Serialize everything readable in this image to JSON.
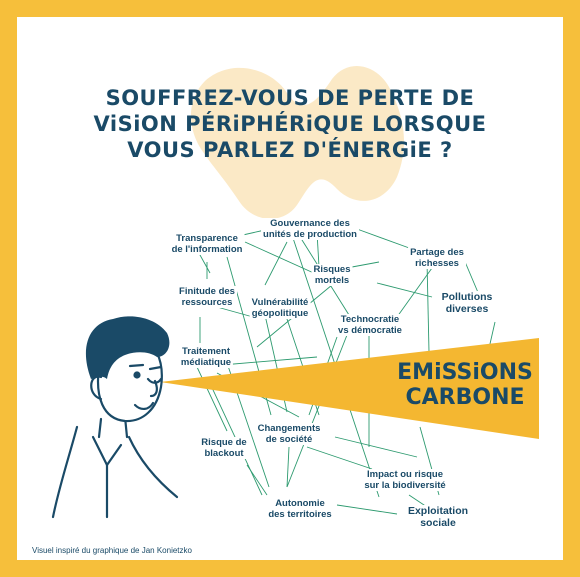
{
  "headline": {
    "line1": "SOUFFREZ-VOUS DE PERTE DE",
    "line2": "ViSiON PÉRiPHÉRiQUE LORSQUE",
    "line3": "VOUS PARLEZ D'ÉNERGiE ?"
  },
  "beam": {
    "line1": "EMiSSiONS",
    "line2": "CARBONE"
  },
  "nodes": {
    "transparence": [
      "Transparence",
      "de l'information"
    ],
    "gouvernance": [
      "Gouvernance des",
      "unités de production"
    ],
    "partage": [
      "Partage des",
      "richesses"
    ],
    "risques_mortels": [
      "Risques",
      "mortels"
    ],
    "finitude": [
      "Finitude des",
      "ressources"
    ],
    "vulnerabilite": [
      "Vulnérabilité",
      "géopolitique"
    ],
    "pollutions": [
      "Pollutions",
      "diverses"
    ],
    "technocratie": [
      "Technocratie",
      "vs démocratie"
    ],
    "traitement": [
      "Traitement",
      "médiatique"
    ],
    "changements": [
      "Changements",
      "de société"
    ],
    "blackout": [
      "Risque de",
      "blackout"
    ],
    "impact": [
      "Impact ou risque",
      "sur la biodiversité"
    ],
    "autonomie": [
      "Autonomie",
      "des territoires"
    ],
    "exploitation": [
      "Exploitation",
      "sociale"
    ]
  },
  "credit": "Visuel inspiré du graphique de Jan Konietzko",
  "colors": {
    "frame": "#f6bf3b",
    "navy": "#1a4a67",
    "beam": "#f4b731",
    "lines": "#2d9a6f",
    "blob": "#fbe9c6"
  },
  "illustration": {
    "subject": "man-with-one-eye-closed",
    "icon": "person-illustration"
  }
}
